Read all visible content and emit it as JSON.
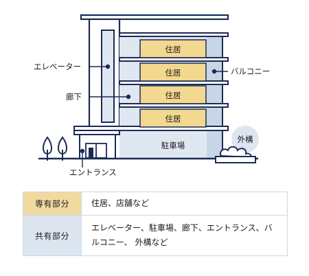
{
  "building": {
    "units": [
      "住居",
      "住居",
      "住居",
      "住居"
    ],
    "parking": "駐車場"
  },
  "callouts": {
    "elevator": "エレベーター",
    "corridor": "廊下",
    "balcony": "バルコニー",
    "exterior": "外構",
    "entrance": "エントランス"
  },
  "table": {
    "private_head": "専有部分",
    "private_body": "住居、店舗など",
    "common_head": "共有部分",
    "common_body": "エレベーター、駐車場、廊下、エントランス、バルコニー、 外構など"
  },
  "colors": {
    "line": "#1b2a55",
    "unit_fill": "#f3d88f",
    "facade_fill": "#dfe7f1",
    "balcony_fill": "#c7d6e6",
    "exterior_bubble": "#dde6f0",
    "private_head_bg": "#f1d9a0",
    "common_head_bg": "#dde6f0"
  }
}
